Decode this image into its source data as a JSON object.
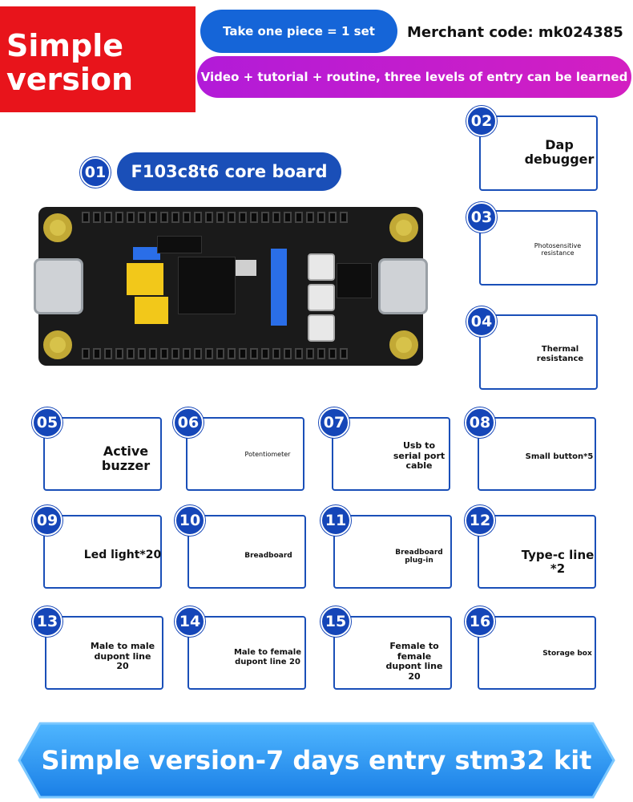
{
  "header": {
    "badge_line1": "Simple",
    "badge_line2": "version",
    "set_pill": "Take one piece = 1 set",
    "merchant": "Merchant code: mk024385",
    "video_pill": "Video + tutorial + routine, three levels of entry can be learned"
  },
  "core": {
    "number": "01",
    "title": "F103c8t6 core board"
  },
  "items": [
    {
      "number": "02",
      "label": "Dap debugger"
    },
    {
      "number": "03",
      "label": "Photosensitive resistance"
    },
    {
      "number": "04",
      "label": "Thermal resistance"
    },
    {
      "number": "05",
      "label": "Active buzzer"
    },
    {
      "number": "06",
      "label": "Potentiometer"
    },
    {
      "number": "07",
      "label": "Usb to serial port cable"
    },
    {
      "number": "08",
      "label": "Small button*5"
    },
    {
      "number": "09",
      "label": "Led light*20"
    },
    {
      "number": "10",
      "label": "Breadboard"
    },
    {
      "number": "11",
      "label": "Breadboard plug-in"
    },
    {
      "number": "12",
      "label": "Type-c line *2"
    },
    {
      "number": "13",
      "label": "Male to male dupont line 20"
    },
    {
      "number": "14",
      "label": "Male to female dupont line 20"
    },
    {
      "number": "15",
      "label": "Female to female dupont line 20"
    },
    {
      "number": "16",
      "label": "Storage box"
    }
  ],
  "footer": {
    "banner": "Simple version-7 days entry stm32 kit"
  },
  "colors": {
    "red": "#e8141b",
    "blue": "#1565d8",
    "dark_blue": "#1546b8",
    "purple": "#c21cd0",
    "banner_blue": "#2a8ff0"
  }
}
